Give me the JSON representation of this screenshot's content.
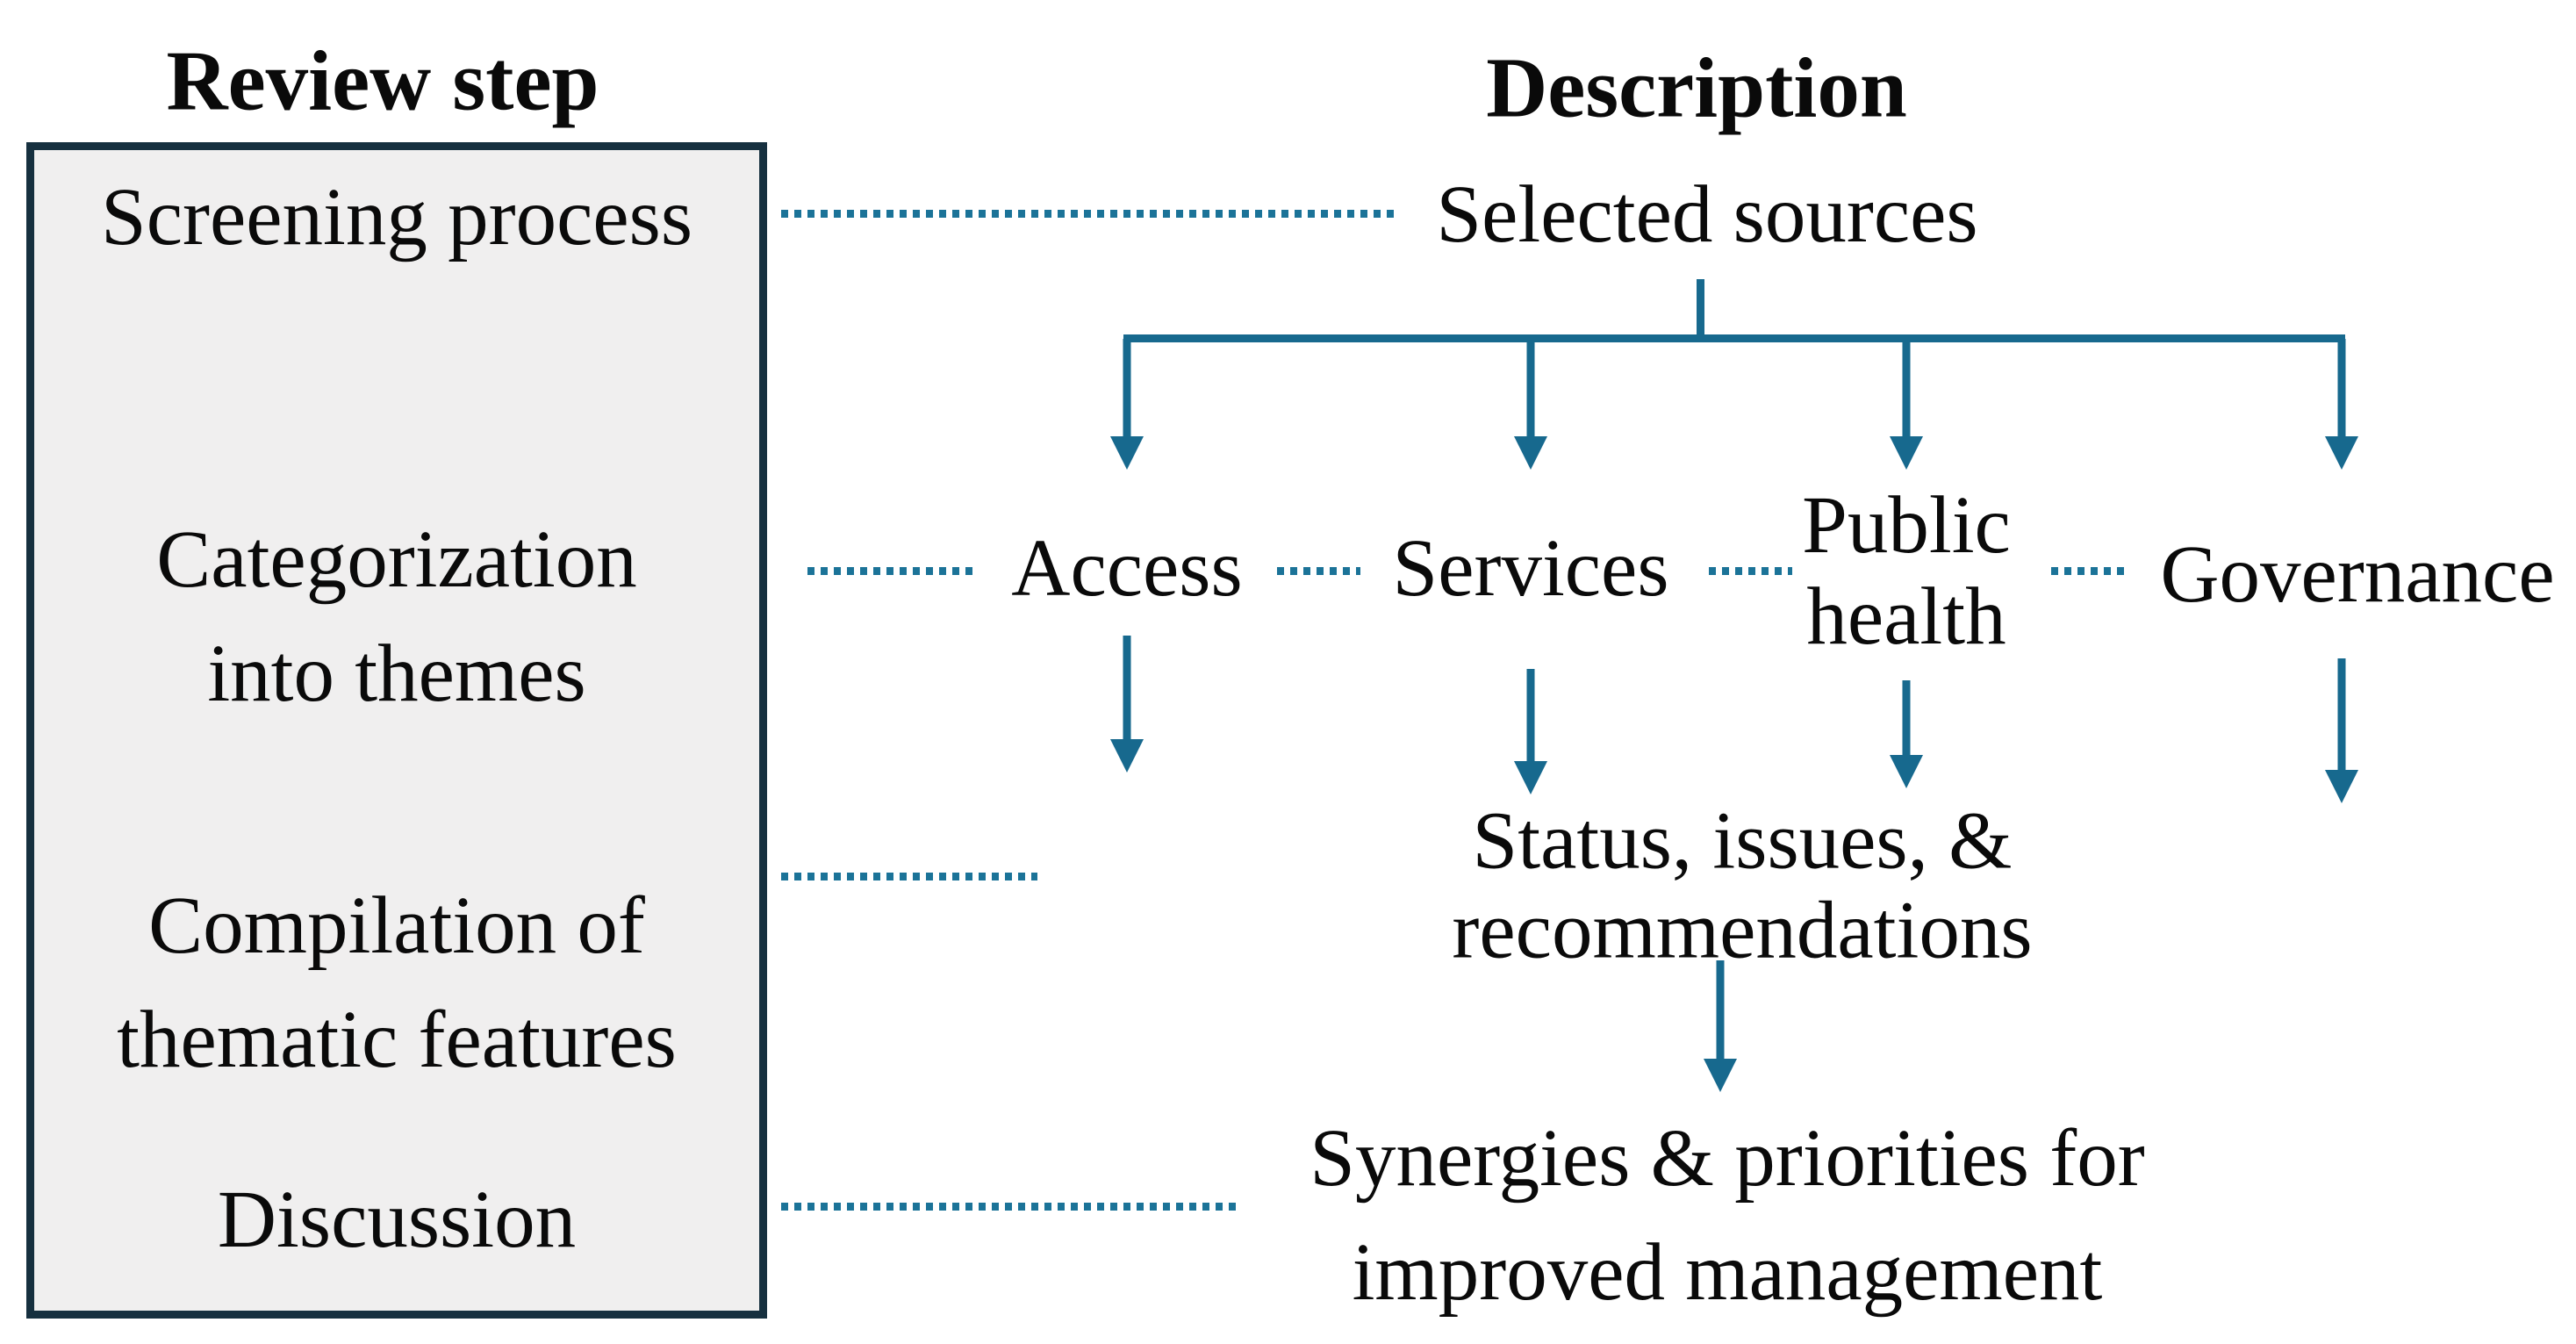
{
  "figure": {
    "left_column_header": "Review step",
    "right_column_header": "Description"
  },
  "review_steps": [
    {
      "label": [
        "Screening process"
      ]
    },
    {
      "label": [
        "Categorization",
        "into themes"
      ]
    },
    {
      "label": [
        "Compilation of",
        "thematic features"
      ]
    },
    {
      "label": [
        "Discussion"
      ]
    }
  ],
  "description_flow": {
    "root": "Selected sources",
    "themes": [
      {
        "label": [
          "Access"
        ]
      },
      {
        "label": [
          "Services"
        ]
      },
      {
        "label": [
          "Public",
          "health"
        ]
      },
      {
        "label": [
          "Governance"
        ]
      }
    ],
    "compiled_outcome": "Status, issues, & recommendations",
    "final_outcome": [
      "Synergies & priorities for",
      "improved management"
    ]
  },
  "colors": {
    "line_color": "#17698e",
    "dot_color": "#1b7398",
    "box_border": "#16303f",
    "box_fill": "#f0efef",
    "text_color": "#0a0a0a",
    "background": "#ffffff"
  }
}
